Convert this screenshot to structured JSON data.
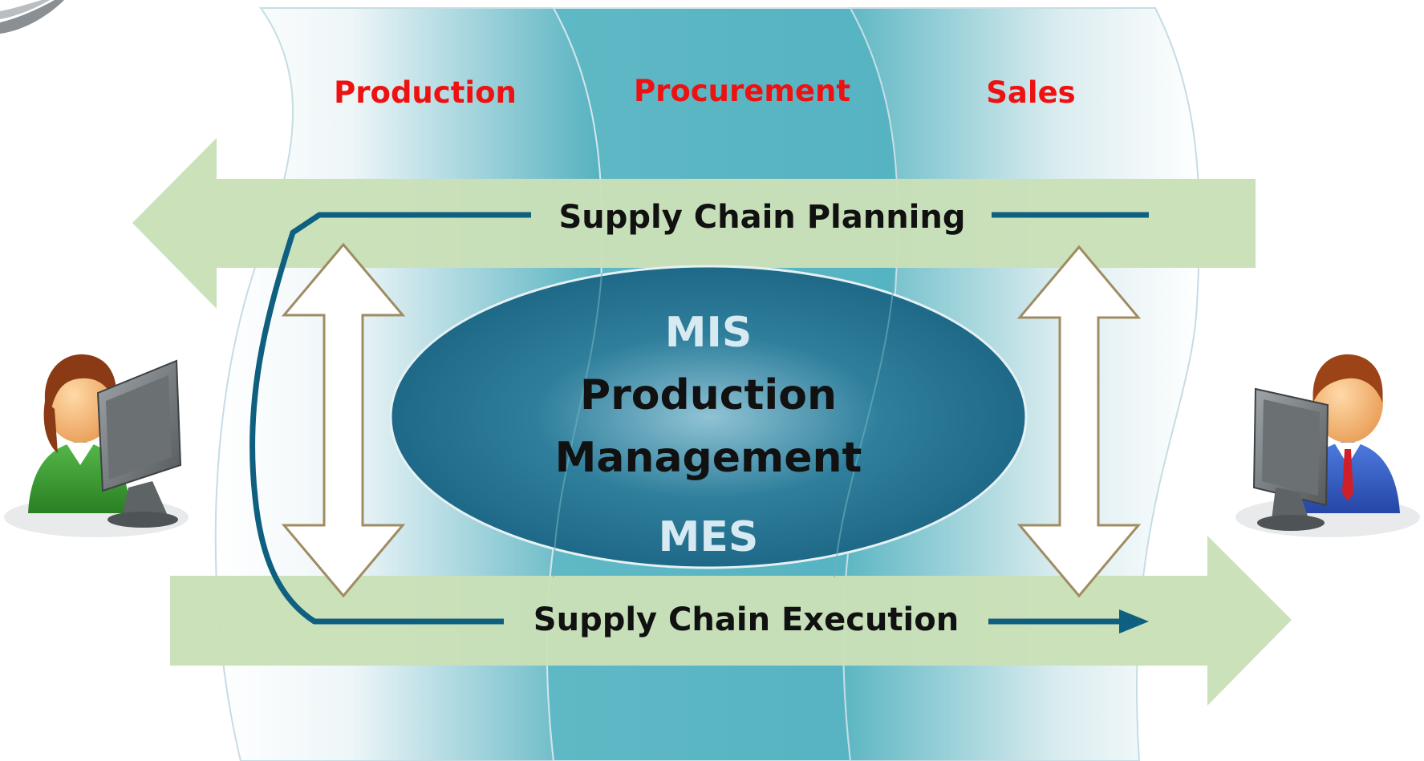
{
  "columns": [
    {
      "label": "Production"
    },
    {
      "label": "Procurement"
    },
    {
      "label": "Sales"
    }
  ],
  "planning_label": "Supply Chain Planning",
  "execution_label": "Supply Chain Execution",
  "center": {
    "top": "MIS",
    "line1": "Production",
    "line2": "Management",
    "bottom": "MES"
  },
  "colors": {
    "column_label": "#ee1111",
    "band": "#c9e0b8",
    "loop_line": "#0f5f80",
    "teal": "#5bb5c3",
    "ellipse": "#1e6d8c",
    "ellipse_text_light": "#d7eaf1",
    "ellipse_text_dark": "#111111",
    "double_arrow_stroke": "#a08c63"
  },
  "icons": [
    "user-female-computer-icon",
    "user-male-computer-icon"
  ]
}
